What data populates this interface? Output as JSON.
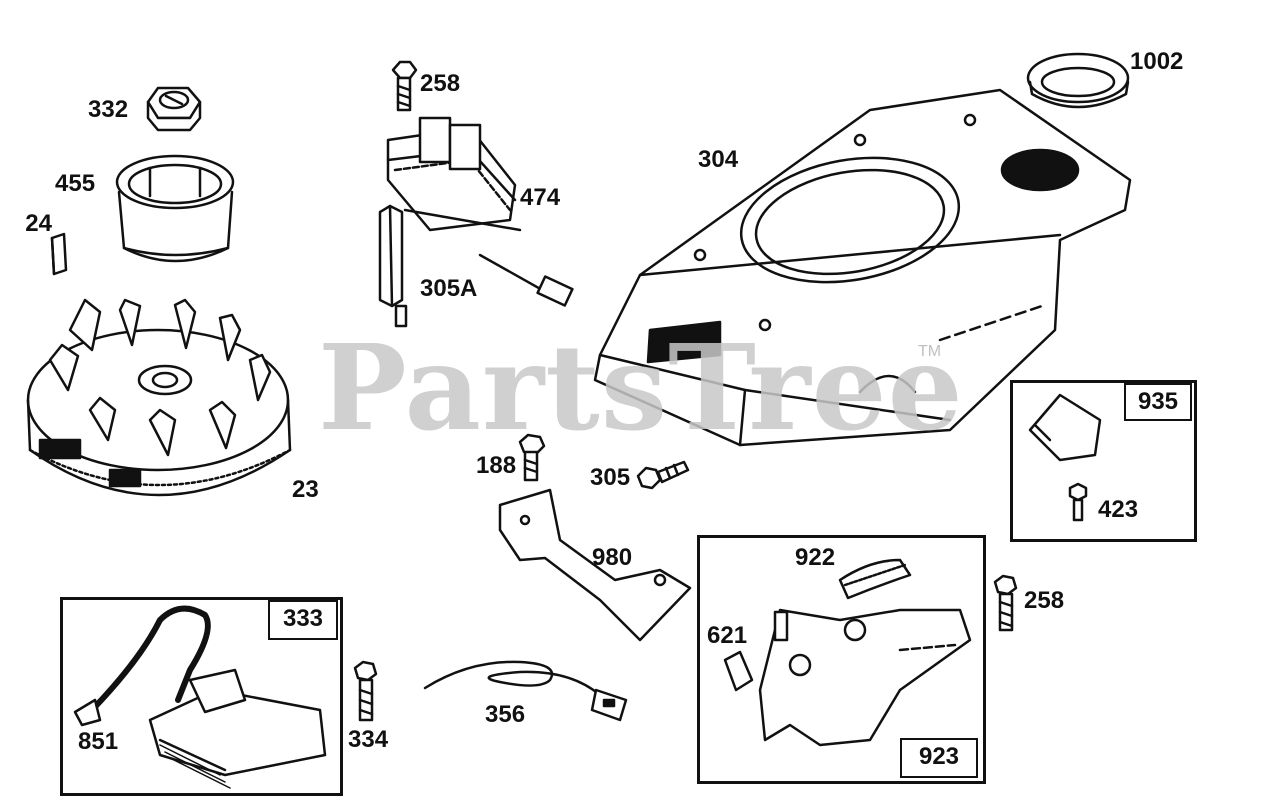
{
  "watermark": {
    "text": "PartsTree",
    "tm": "TM"
  },
  "labels": {
    "p332": "332",
    "p455": "455",
    "p24": "24",
    "p23": "23",
    "p258a": "258",
    "p474": "474",
    "p305a": "305A",
    "p304": "304",
    "p1002": "1002",
    "p188": "188",
    "p305": "305",
    "p980": "980",
    "p935": "935",
    "p423": "423",
    "p922": "922",
    "p621": "621",
    "p923": "923",
    "p258b": "258",
    "p333": "333",
    "p851": "851",
    "p334": "334",
    "p356": "356"
  }
}
